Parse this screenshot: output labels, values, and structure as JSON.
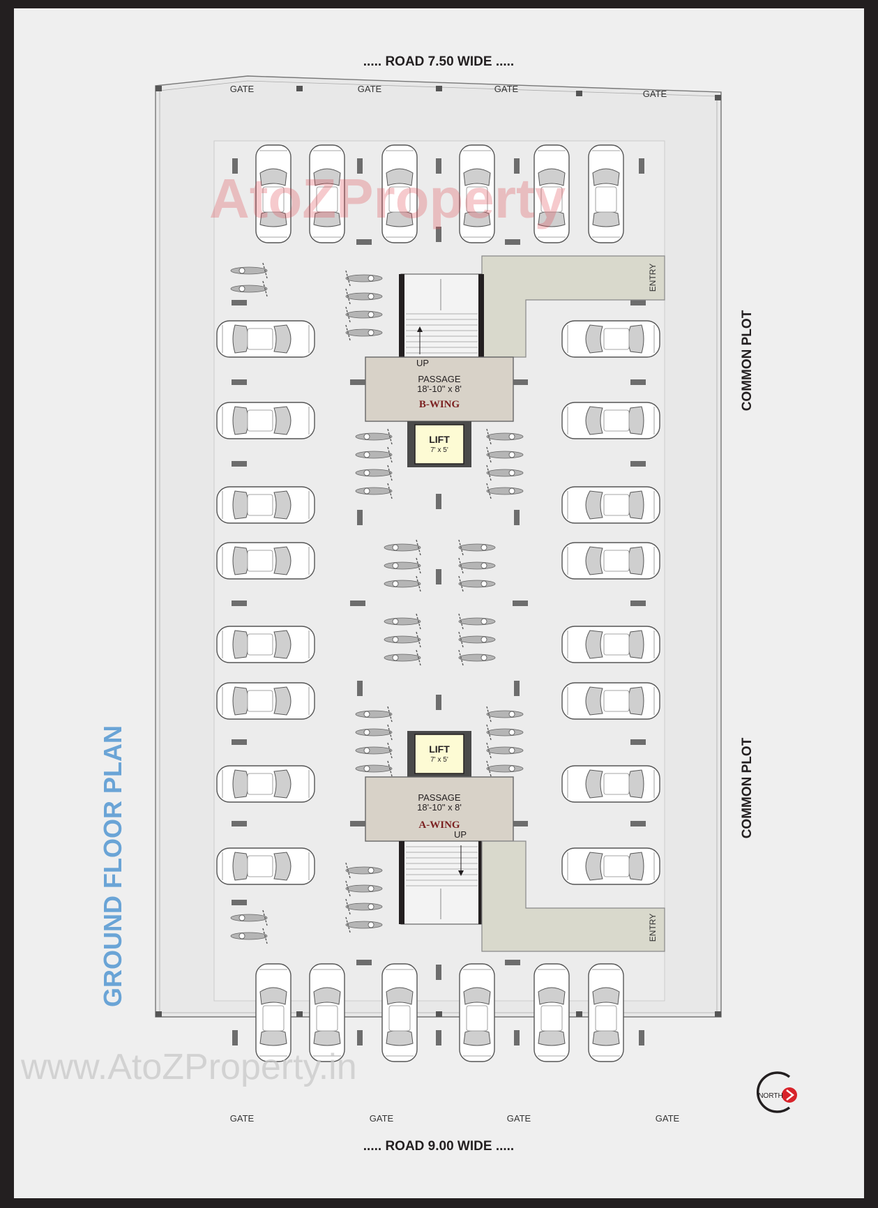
{
  "plan_title": "GROUND FLOOR PLAN",
  "roads": {
    "top": "..... ROAD 7.50 WIDE .....",
    "bottom": "..... ROAD 9.00 WIDE ....."
  },
  "gate_label": "GATE",
  "side_labels": {
    "upper": "COMMON PLOT",
    "lower": "COMMON PLOT"
  },
  "b_wing": {
    "passage_label": "PASSAGE",
    "passage_size": "18'-10\" x 8'",
    "wing_name": "B-WING",
    "lift_label": "LIFT",
    "lift_size": "7' x 5'",
    "stair_label": "UP",
    "entry_label": "ENTRY"
  },
  "a_wing": {
    "passage_label": "PASSAGE",
    "passage_size": "18'-10\" x 8'",
    "wing_name": "A-WING",
    "lift_label": "LIFT",
    "lift_size": "7' x 5'",
    "stair_label": "UP",
    "entry_label": "ENTRY"
  },
  "compass_label": "NORTH",
  "watermark": {
    "brand": "AtoZProperty",
    "url": "www.AtoZProperty.in"
  },
  "colors": {
    "frame": "#231f20",
    "sheet": "#efefef",
    "plot_fill": "#e6e6e6",
    "passage_fill": "#d8d2c8",
    "entry_fill": "#d9d9cc",
    "lift_fill": "#fdfbd4",
    "title_blue": "#6aa4d6",
    "wing_red": "#7a1f1f",
    "compass_red": "#d8232a"
  }
}
